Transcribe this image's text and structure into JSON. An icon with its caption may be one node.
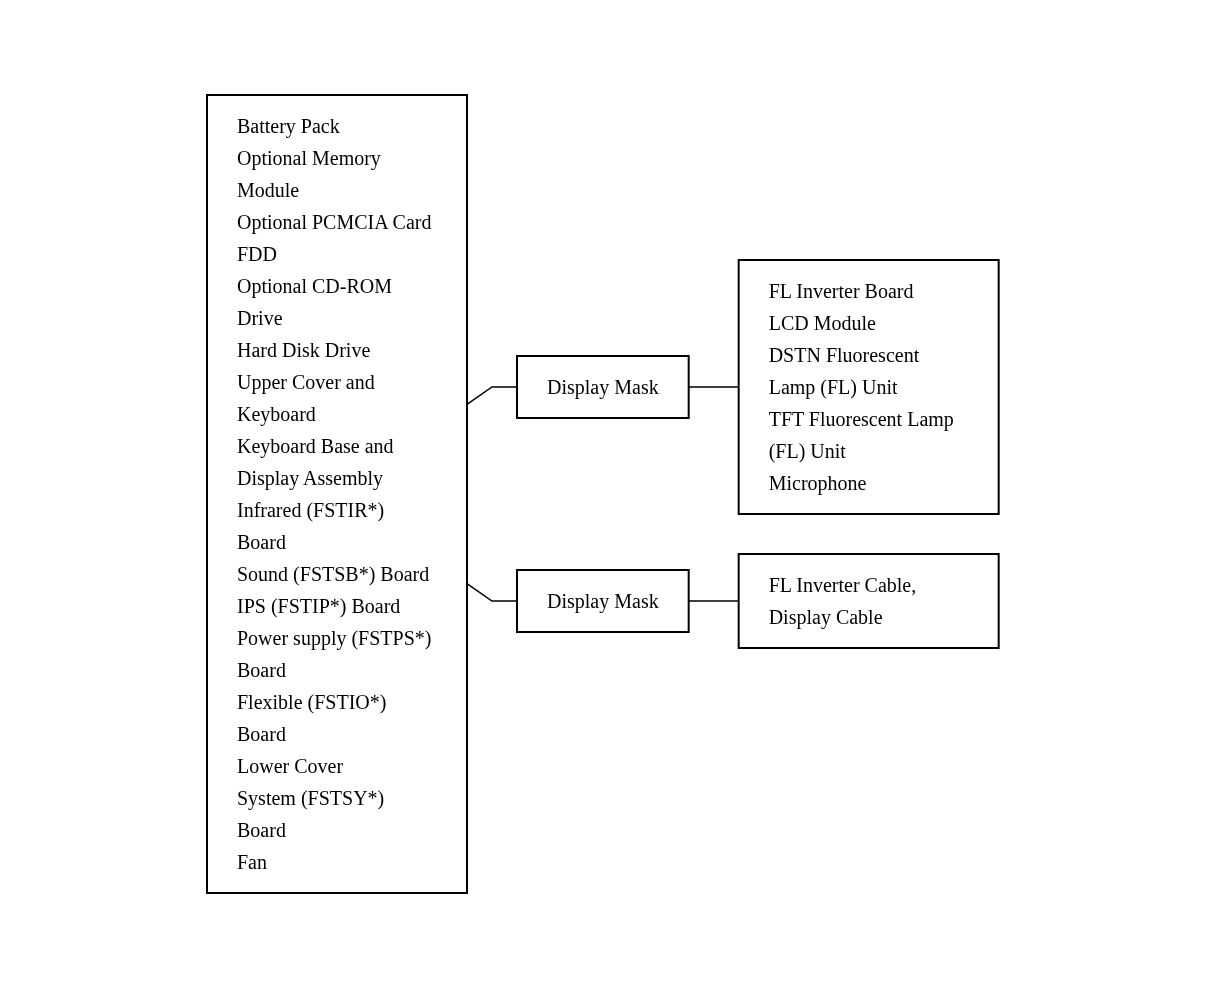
{
  "diagram": {
    "nodes": [
      {
        "text": [
          "Battery Pack",
          "Optional Memory Module",
          "Optional PCMCIA Card",
          "FDD",
          "Optional CD-ROM Drive",
          "Hard Disk Drive",
          "Upper Cover and Keyboard",
          "Keyboard Base and Display Assembly",
          "Infrared (FSTIR*) Board",
          "Sound (FSTSB*) Board",
          "IPS (FSTIP*) Board",
          "Power supply (FSTPS*) Board",
          "Flexible (FSTIO*) Board",
          "Lower Cover",
          "System (FSTSY*) Board",
          "Fan"
        ]
      },
      {
        "text": [
          "Display Mask"
        ]
      },
      {
        "text": [
          "FL Inverter Board",
          "LCD Module",
          "DSTN Fluorescent Lamp (FL) Unit",
          "TFT Fluorescent Lamp (FL) Unit",
          "Microphone"
        ]
      },
      {
        "text": [
          "Display Mask"
        ]
      },
      {
        "text": [
          "FL Inverter Cable, Display Cable"
        ]
      }
    ],
    "edges": [
      {
        "from": 0,
        "to": 1,
        "arrow": "none"
      },
      {
        "from": 1,
        "to": 2,
        "arrow": "none"
      },
      {
        "from": 0,
        "to": 3,
        "arrow": "none"
      },
      {
        "from": 3,
        "to": 4,
        "arrow": "none"
      }
    ]
  }
}
